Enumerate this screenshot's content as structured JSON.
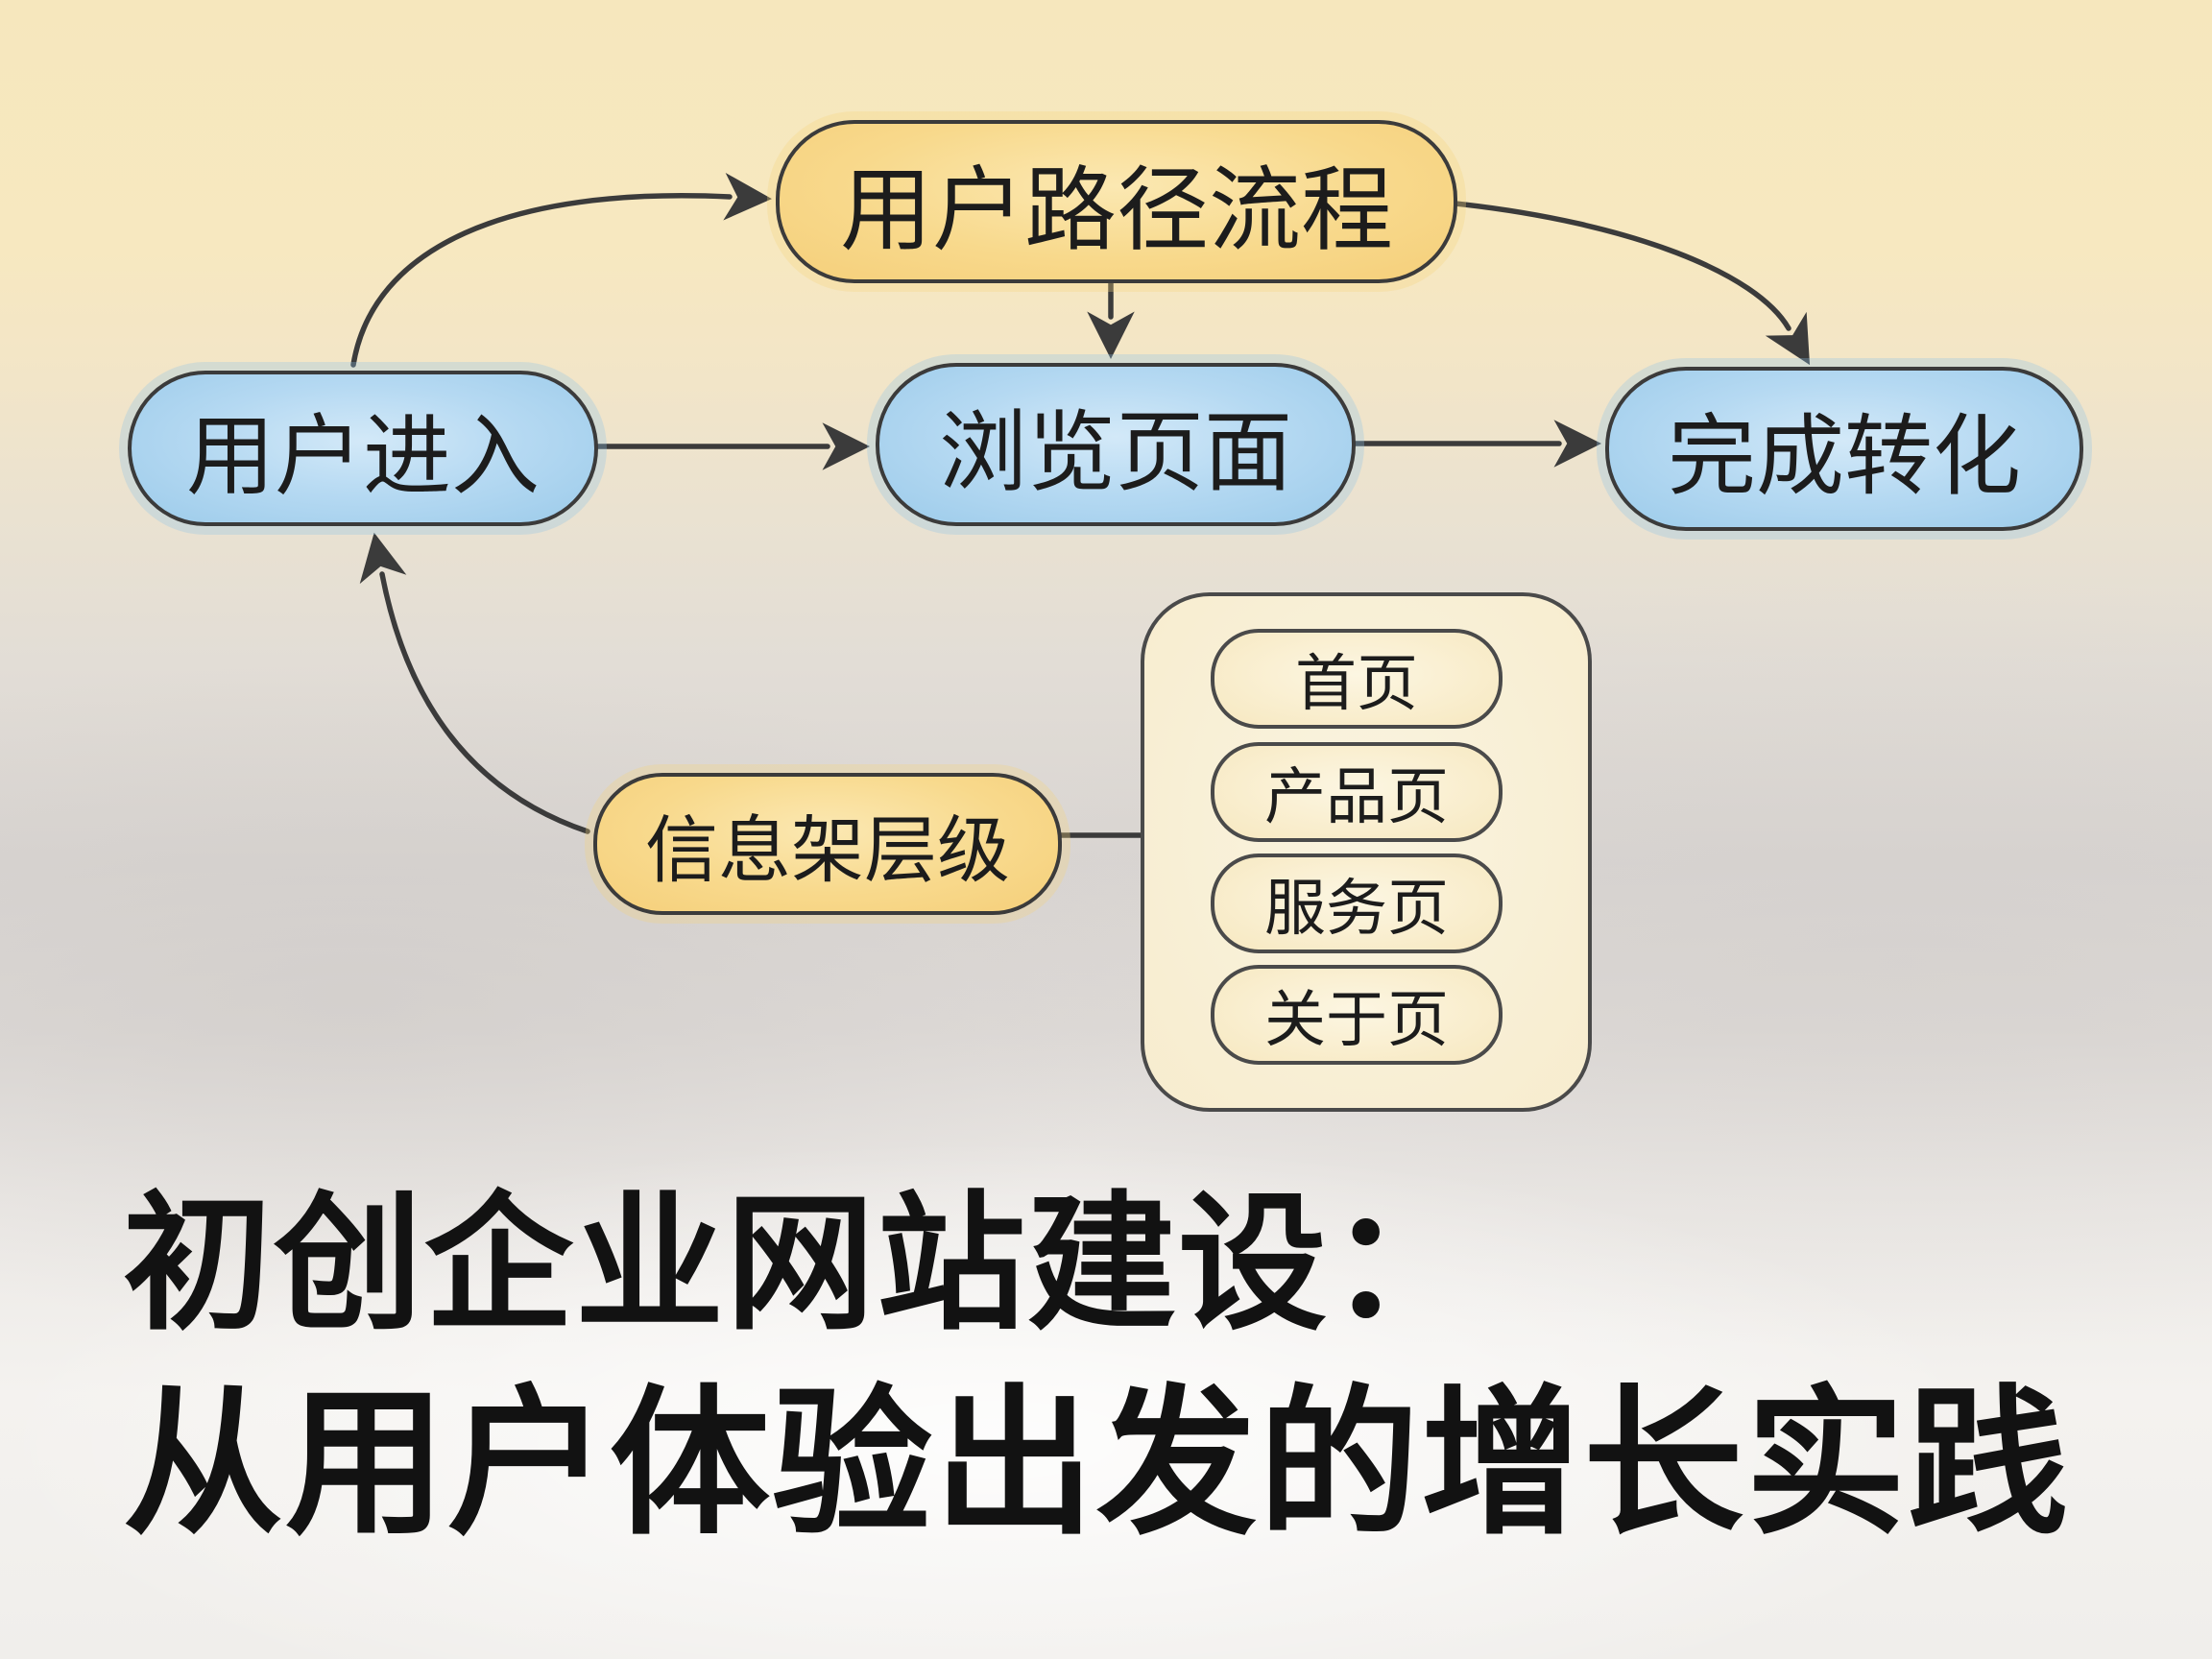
{
  "poster": {
    "title_line1": "初创企业网站建设：",
    "title_line2": "从用户体验出发的增长实践"
  },
  "flow": {
    "path": "用户路径流程",
    "enter": "用户进入",
    "browse": "浏览页面",
    "convert": "完成转化"
  },
  "ia": {
    "label": "信息架层级",
    "pages": [
      {
        "label": "首页"
      },
      {
        "label": "产品页"
      },
      {
        "label": "服务页"
      },
      {
        "label": "关于页"
      }
    ]
  },
  "colors": {
    "stroke": "#3b3b3b",
    "node_yellow": "#f8d98c",
    "node_blue": "#aed6f0",
    "container_cream": "#f8f0d8",
    "bg_top": "#f6e7bd",
    "bg_gray": "#d9d5d2",
    "title_text": "#121212"
  }
}
